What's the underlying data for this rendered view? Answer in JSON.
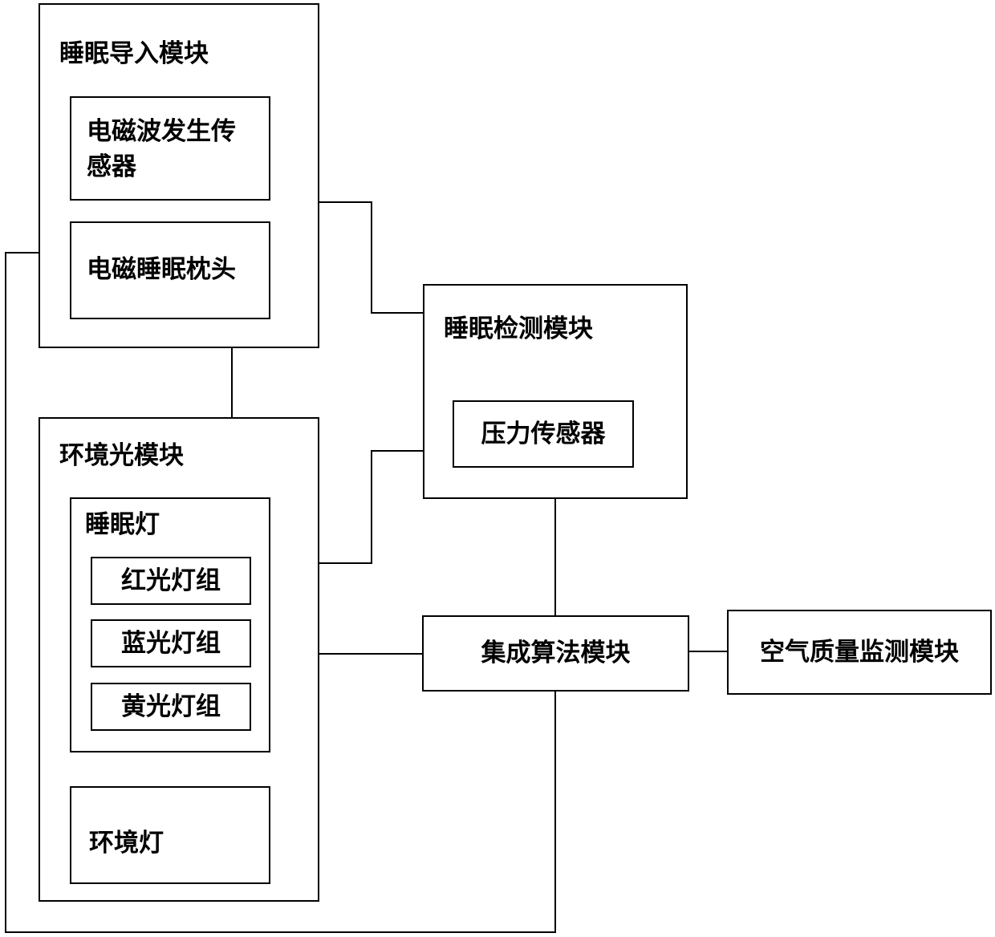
{
  "sleep_induction_module": {
    "title": "睡眠导入模块",
    "em_sensor_line1": "电磁波发生传",
    "em_sensor_line2": "感器",
    "em_pillow": "电磁睡眠枕头"
  },
  "ambient_light_module": {
    "title": "环境光模块",
    "sleep_lamp": {
      "title": "睡眠灯",
      "red_group": "红光灯组",
      "blue_group": "蓝光灯组",
      "yellow_group": "黄光灯组"
    },
    "ambient_lamp": "环境灯"
  },
  "sleep_detection_module": {
    "title": "睡眠检测模块",
    "pressure_sensor": "压力传感器"
  },
  "integrated_algorithm_module": "集成算法模块",
  "air_quality_module": "空气质量监测模块"
}
